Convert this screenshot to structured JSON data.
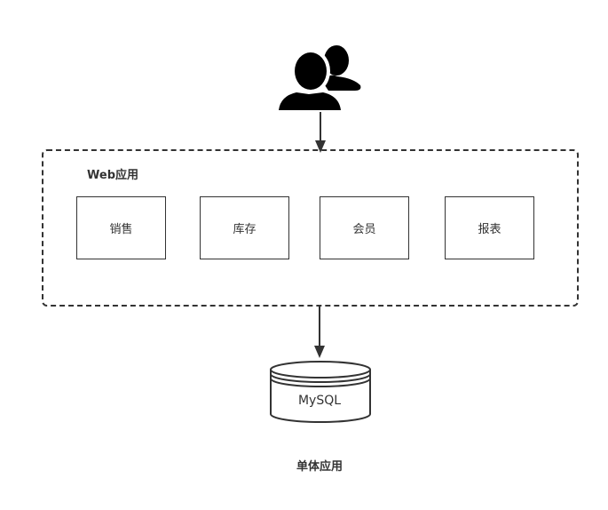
{
  "diagram": {
    "web_app": {
      "title": "Web应用",
      "modules": [
        {
          "label": "销售"
        },
        {
          "label": "库存"
        },
        {
          "label": "会员"
        },
        {
          "label": "报表"
        }
      ]
    },
    "database": {
      "label": "MySQL"
    },
    "caption": "单体应用",
    "icons": {
      "users": "users-icon"
    },
    "colors": {
      "stroke": "#333333",
      "icon": "#000000",
      "background": "#ffffff"
    }
  }
}
